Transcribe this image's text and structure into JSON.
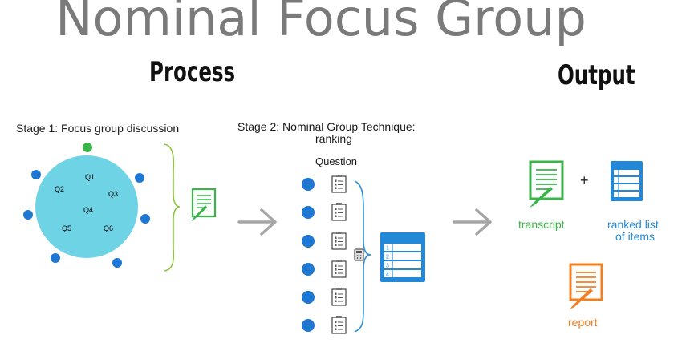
{
  "title": "Nominal Focus Group",
  "headings": {
    "process": "Process",
    "output": "Output"
  },
  "stage1": {
    "label": "Stage 1: Focus group discussion",
    "questions": [
      "Q1",
      "Q2",
      "Q3",
      "Q4",
      "Q5",
      "Q6"
    ]
  },
  "stage2": {
    "label_line1": "Stage 2: Nominal Group Technique:",
    "label_line2": "ranking",
    "question": "Question",
    "table_rows": [
      "1",
      "2",
      "3",
      "4"
    ]
  },
  "outputs": {
    "plus": "+",
    "transcript": "transcript",
    "ranked_line1": "ranked list",
    "ranked_line2": "of items",
    "report": "report"
  },
  "colors": {
    "circle": "#6fd3e6",
    "participant": "#1f77d4",
    "moderator": "#3ab54a",
    "brace_green": "#8cc63f",
    "brace_blue": "#2a8fd8",
    "arrow": "#a6a6a6",
    "transcript_green": "#3ab54a",
    "list_blue": "#2488d8",
    "report_orange": "#f07f23"
  }
}
